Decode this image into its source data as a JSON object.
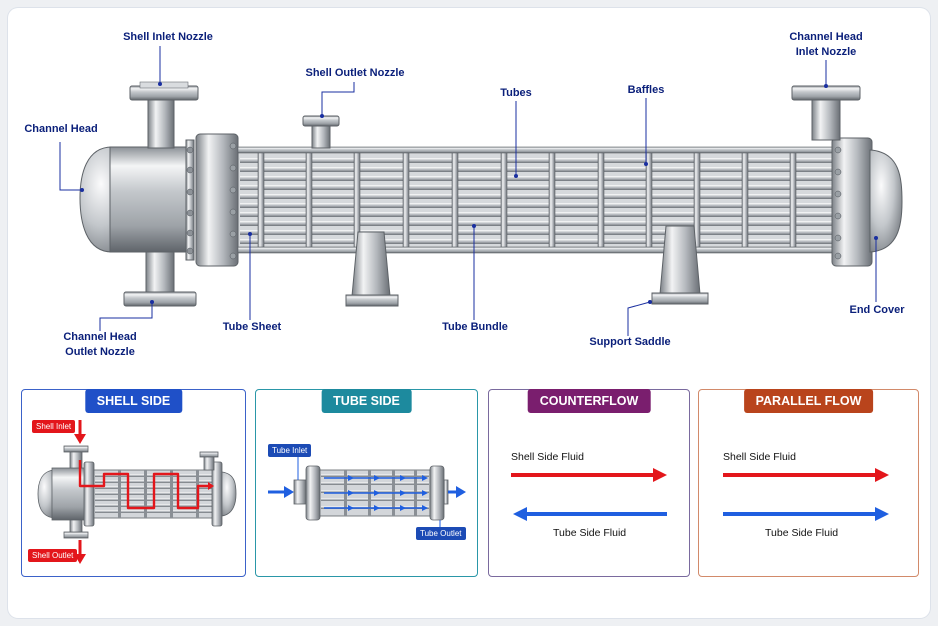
{
  "main_labels": {
    "shell_inlet_nozzle": "Shell Inlet Nozzle",
    "shell_outlet_nozzle": "Shell Outlet Nozzle",
    "channel_head_inlet_line1": "Channel Head",
    "channel_head_inlet_line2": "Inlet Nozzle",
    "channel_head": "Channel Head",
    "tubes": "Tubes",
    "baffles": "Baffles",
    "tube_sheet": "Tube Sheet",
    "tube_bundle": "Tube Bundle",
    "support_saddle": "Support Saddle",
    "end_cover": "End Cover",
    "channel_head_outlet_line1": "Channel Head",
    "channel_head_outlet_line2": "Outlet Nozzle"
  },
  "panels": {
    "shell_side": {
      "title": "SHELL SIDE",
      "inlet_tag": "Shell Inlet",
      "outlet_tag": "Shell Outlet"
    },
    "tube_side": {
      "title": "TUBE SIDE",
      "inlet_tag": "Tube Inlet",
      "outlet_tag": "Tube Outlet"
    },
    "counterflow": {
      "title": "COUNTERFLOW",
      "shell_fluid": "Shell Side Fluid",
      "tube_fluid": "Tube Side Fluid"
    },
    "parallel_flow": {
      "title": "PARALLEL FLOW",
      "shell_fluid": "Shell Side Fluid",
      "tube_fluid": "Tube Side Fluid"
    }
  },
  "colors": {
    "label_navy": "#0a1f7a",
    "shell_side_accent": "#1f50c8",
    "tube_side_accent": "#1d8a9e",
    "counterflow_accent": "#7a1e6e",
    "parallel_accent": "#b9441c",
    "hot_fluid": "#e3161b",
    "cold_fluid": "#1f5fe0"
  }
}
